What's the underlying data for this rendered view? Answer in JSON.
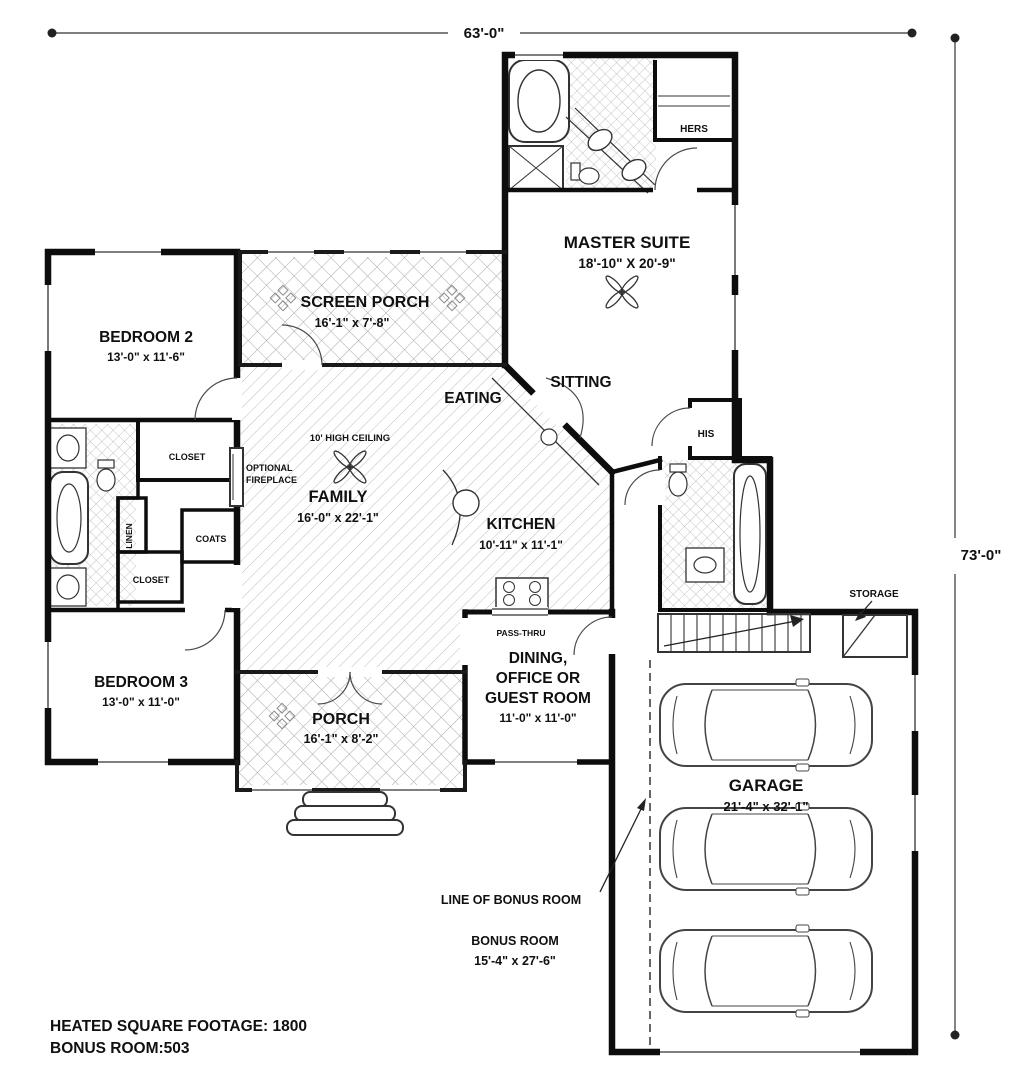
{
  "plan": {
    "dim_width": "63'-0\"",
    "dim_height": "73'-0\"",
    "rooms": {
      "master_suite": {
        "name": "MASTER SUITE",
        "dims": "18'-10\" X 20'-9\""
      },
      "screen_porch": {
        "name": "SCREEN PORCH",
        "dims": "16'-1\" x 7'-8\""
      },
      "bedroom_2": {
        "name": "BEDROOM 2",
        "dims": "13'-0\" x 11'-6\""
      },
      "bedroom_3": {
        "name": "BEDROOM 3",
        "dims": "13'-0\" x 11'-0\""
      },
      "family": {
        "name": "FAMILY",
        "dims": "16'-0\" x 22'-1\"",
        "ceiling_note": "10' HIGH CEILING"
      },
      "sitting": {
        "name": "SITTING"
      },
      "eating": {
        "name": "EATING"
      },
      "kitchen": {
        "name": "KITCHEN",
        "dims": "10'-11\" x 11'-1\""
      },
      "dining": {
        "line1": "DINING,",
        "line2": "OFFICE OR",
        "line3": "GUEST ROOM",
        "dims": "11'-0\" x 11'-0\""
      },
      "porch": {
        "name": "PORCH",
        "dims": "16'-1\" x 8'-2\""
      },
      "garage": {
        "name": "GARAGE",
        "dims": "21'-4\" x 32'-1\""
      },
      "bonus_room": {
        "name": "BONUS ROOM",
        "dims": "15'-4\" x 27'-6\"",
        "line_label": "LINE OF BONUS ROOM"
      }
    },
    "closets": {
      "hers": "HERS",
      "his": "HIS",
      "closet_hall": "CLOSET",
      "closet_bed3": "CLOSET",
      "linen": "LINEN",
      "coats": "COATS"
    },
    "annotations": {
      "optional_fireplace_1": "OPTIONAL",
      "optional_fireplace_2": "FIREPLACE",
      "pass_thru": "PASS-THRU",
      "storage": "STORAGE"
    },
    "footer": {
      "heated": "HEATED SQUARE FOOTAGE: 1800",
      "bonus": "BONUS ROOM:503"
    }
  }
}
